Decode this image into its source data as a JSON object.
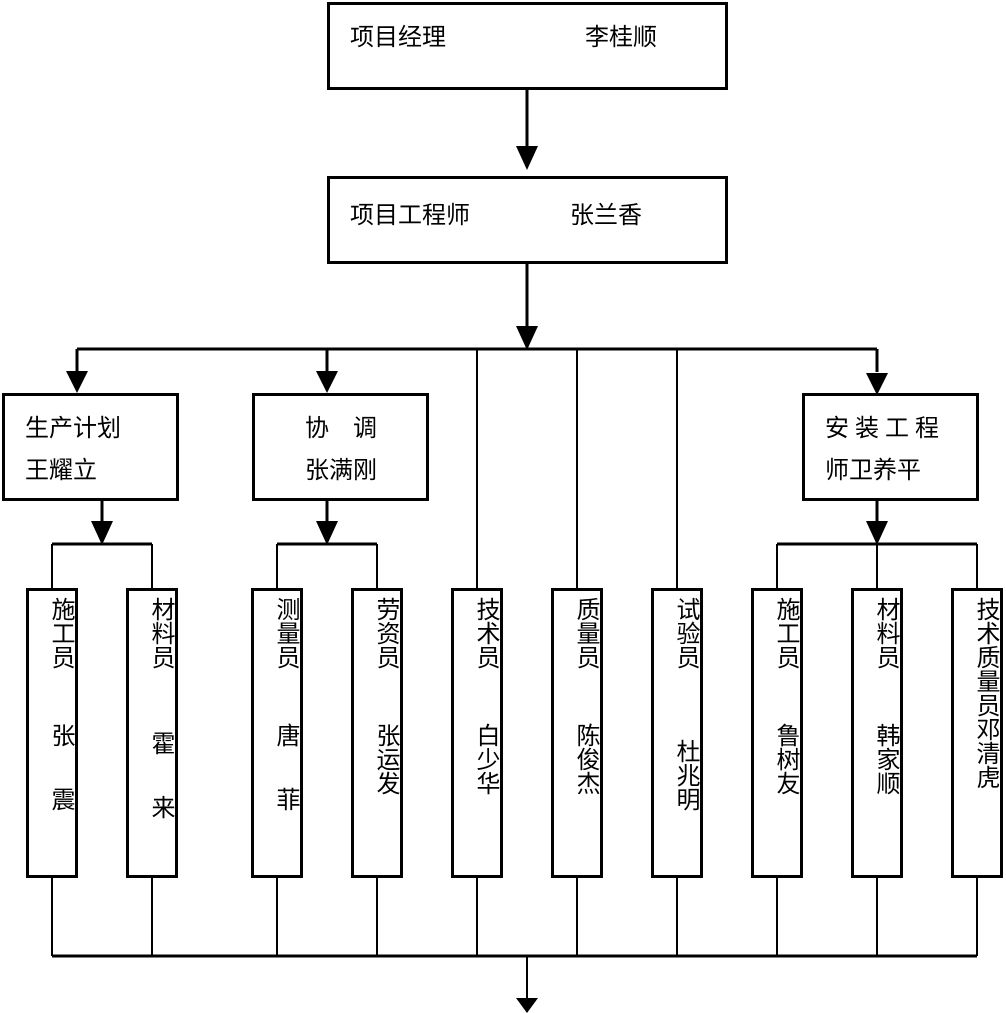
{
  "title_box": {
    "role": "项目经理",
    "name": "李桂顺"
  },
  "engineer_box": {
    "role": "项目工程师",
    "name": "张兰香"
  },
  "mid_boxes": [
    {
      "line1": "生产计划",
      "line2": "王耀立"
    },
    {
      "line1": "协　调",
      "line2": "张满刚"
    },
    {
      "line1": "安装工程",
      "line2": "师卫养平"
    }
  ],
  "staff": [
    {
      "role": "施工员",
      "name": "张震",
      "gap": true
    },
    {
      "role": "材料员",
      "name": "霍来",
      "gap": true
    },
    {
      "role": "测量员",
      "name": "唐菲",
      "gap": true
    },
    {
      "role": "劳资员",
      "name": "张运发"
    },
    {
      "role": "技术员",
      "name": "白少华"
    },
    {
      "role": "质量员",
      "name": "陈俊杰"
    },
    {
      "role": "试验员",
      "name": "杜兆明"
    },
    {
      "role": "施工员",
      "name": "鲁树友"
    },
    {
      "role": "材料员",
      "name": "韩家顺"
    },
    {
      "role": "技术质量员",
      "name": "邓清虎"
    }
  ]
}
